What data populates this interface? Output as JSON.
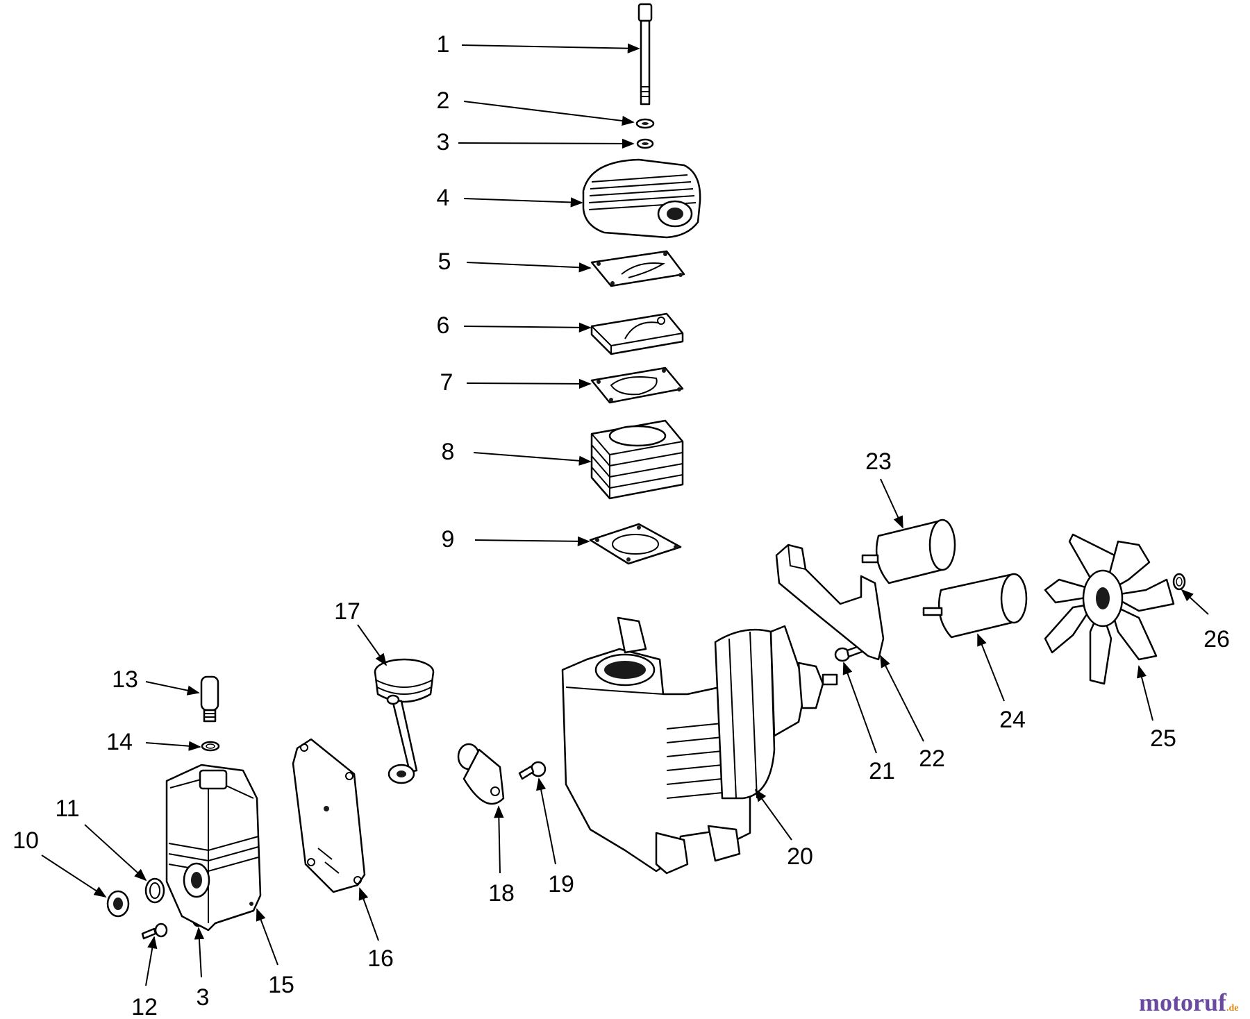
{
  "callouts": [
    "1",
    "2",
    "3",
    "4",
    "5",
    "6",
    "7",
    "8",
    "9",
    "10",
    "11",
    "12",
    "3",
    "13",
    "14",
    "15",
    "16",
    "17",
    "18",
    "19",
    "20",
    "21",
    "22",
    "23",
    "24",
    "25",
    "26"
  ],
  "watermark": {
    "text_main": "motoruf",
    "text_suffix": ".de",
    "color_main": "#6a4aa0",
    "color_accent": "#e08a1a"
  }
}
